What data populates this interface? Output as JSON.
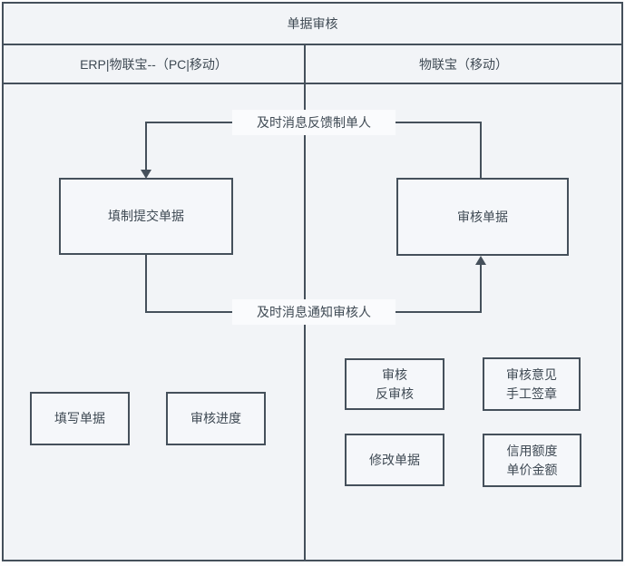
{
  "title": "单据审核",
  "header": {
    "left": "ERP|物联宝--（PC|移动）",
    "right": "物联宝（移动）"
  },
  "flow": {
    "top_label": "及时消息反馈制单人",
    "bottom_label": "及时消息通知审核人"
  },
  "nodes": {
    "fill_submit": "填制提交单据",
    "review_doc": "审核单据",
    "fill_doc": "填写单据",
    "review_progress": "审核进度",
    "review_toggle": {
      "line1": "审核",
      "line2": "反审核"
    },
    "opinion_sign": {
      "line1": "审核意见",
      "line2": "手工签章"
    },
    "modify_doc": "修改单据",
    "credit_amount": {
      "line1": "信用额度",
      "line2": "单价金额"
    }
  },
  "colors": {
    "line": "#45505b",
    "canvas_background": "#f2f4f7",
    "node_fill": "#f5f7fa",
    "label_background": "#fafbfd",
    "text": "#3f4a54"
  }
}
